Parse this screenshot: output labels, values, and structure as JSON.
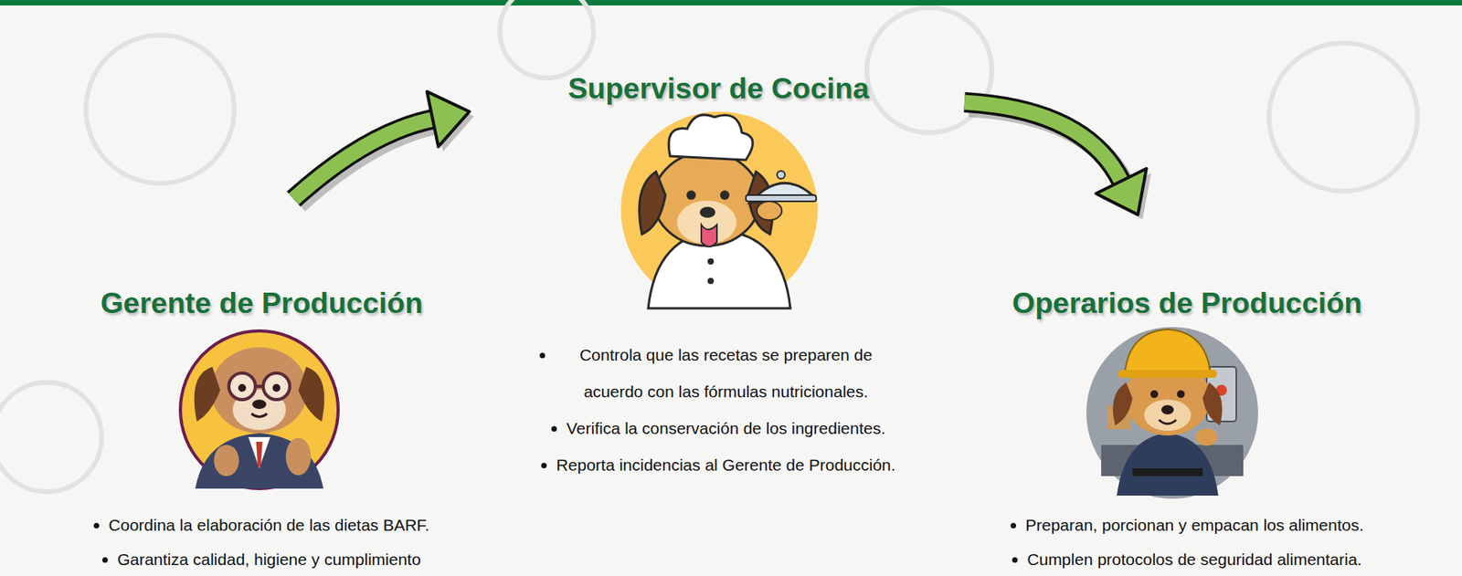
{
  "diagram": {
    "nodes": [
      {
        "text": [
          "Gerente de Producción",
          "Coordina la elaboración de las dietas BARF.",
          "Garantiza calidad, higiene y cumplimiento"
        ]
      },
      {
        "text": [
          "Supervisor de Cocina",
          "Controla que las recetas se preparen de acuerdo con las fórmulas nutricionales.",
          "Verifica la conservación de los ingredientes.",
          "Reporta incidencias al Gerente de Producción."
        ]
      },
      {
        "text": [
          "Operarios de Producción",
          "Preparan, porcionan y empacan los alimentos.",
          "Cumplen protocolos de seguridad alimentaria."
        ]
      }
    ],
    "edges": [
      {
        "from": 0,
        "to": 1,
        "arrow": "to"
      },
      {
        "from": 1,
        "to": 2,
        "arrow": "to"
      }
    ]
  }
}
